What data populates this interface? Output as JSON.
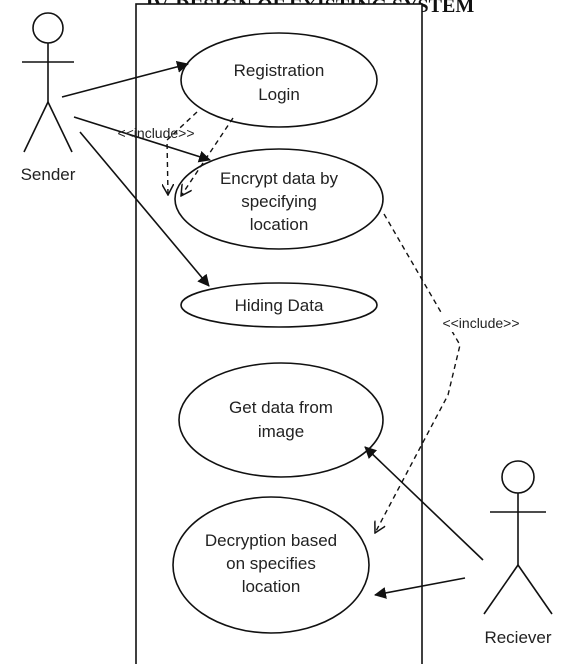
{
  "heading": "IV.     DESIGN OF EXISTING SYSTEM",
  "actors": {
    "sender": "Sender",
    "receiver": "Reciever"
  },
  "use_cases": {
    "registration_line1": "Registration",
    "registration_line2": "Login",
    "encrypt_line1": "Encrypt data by",
    "encrypt_line2": "specifying",
    "encrypt_line3": "location",
    "hiding": "Hiding Data",
    "getdata_line1": "Get data from",
    "getdata_line2": "image",
    "decrypt_line1": "Decryption based",
    "decrypt_line2": "on specifies",
    "decrypt_line3": "location"
  },
  "relations": {
    "include_1": "<<include>>",
    "include_2": "<<include>>"
  }
}
